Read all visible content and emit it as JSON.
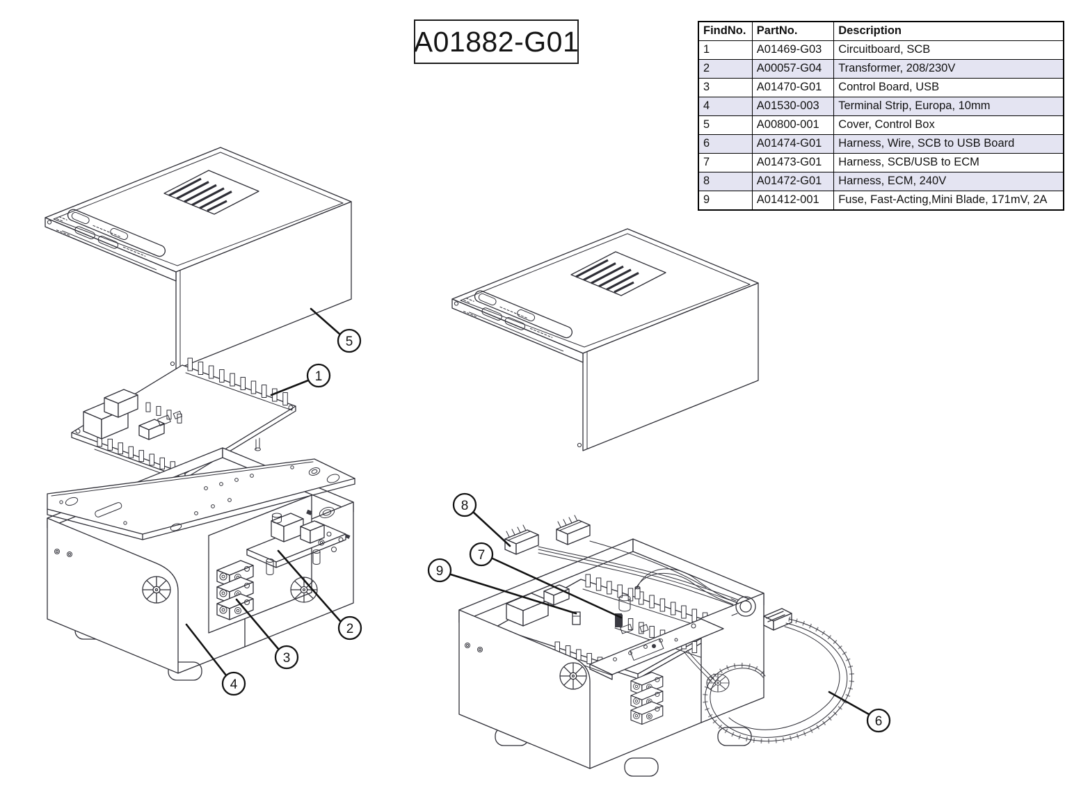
{
  "title_block": {
    "drawing_number": "A01882-G01"
  },
  "parts_table": {
    "headers": [
      "FindNo.",
      "PartNo.",
      "Description"
    ],
    "rows": [
      [
        "1",
        "A01469-G03",
        "Circuitboard, SCB"
      ],
      [
        "2",
        "A00057-G04",
        "Transformer, 208/230V"
      ],
      [
        "3",
        "A01470-G01",
        "Control Board, USB"
      ],
      [
        "4",
        "A01530-003",
        "Terminal Strip, Europa, 10mm"
      ],
      [
        "5",
        "A00800-001",
        "Cover, Control Box"
      ],
      [
        "6",
        "A01474-G01",
        "Harness, Wire, SCB to USB Board"
      ],
      [
        "7",
        "A01473-G01",
        "Harness, SCB/USB to ECM"
      ],
      [
        "8",
        "A01472-G01",
        "Harness, ECM, 240V"
      ],
      [
        "9",
        "A01412-001",
        "Fuse, Fast-Acting,Mini Blade, 171mV, 2A"
      ]
    ]
  },
  "callouts": {
    "numbers": [
      "1",
      "2",
      "3",
      "4",
      "5",
      "6",
      "7",
      "8",
      "9"
    ]
  },
  "colors": {
    "line": "#2e2e36",
    "table_border": "#000000",
    "table_alt_row": "#e4e4f2",
    "background": "#ffffff"
  }
}
